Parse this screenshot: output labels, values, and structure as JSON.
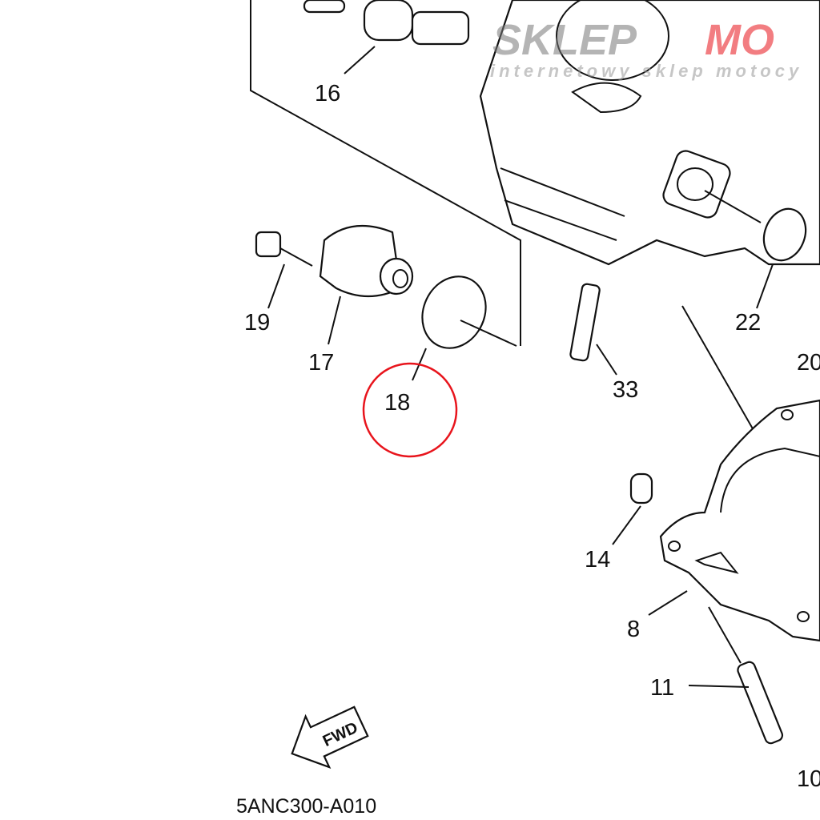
{
  "diagram": {
    "code": "5ANC300-A010",
    "fwd_label": "FWD",
    "part_labels": {
      "p16": "16",
      "p19": "19",
      "p17": "17",
      "p18": "18",
      "p22": "22",
      "p20": "20",
      "p33": "33",
      "p14": "14",
      "p8": "8",
      "p11": "11",
      "p10": "10"
    },
    "highlight_color": "#e8141c"
  },
  "watermark": {
    "brand_gray": "SKLEP",
    "brand_red": "MO",
    "tagline": "internetowy sklep motocy"
  }
}
